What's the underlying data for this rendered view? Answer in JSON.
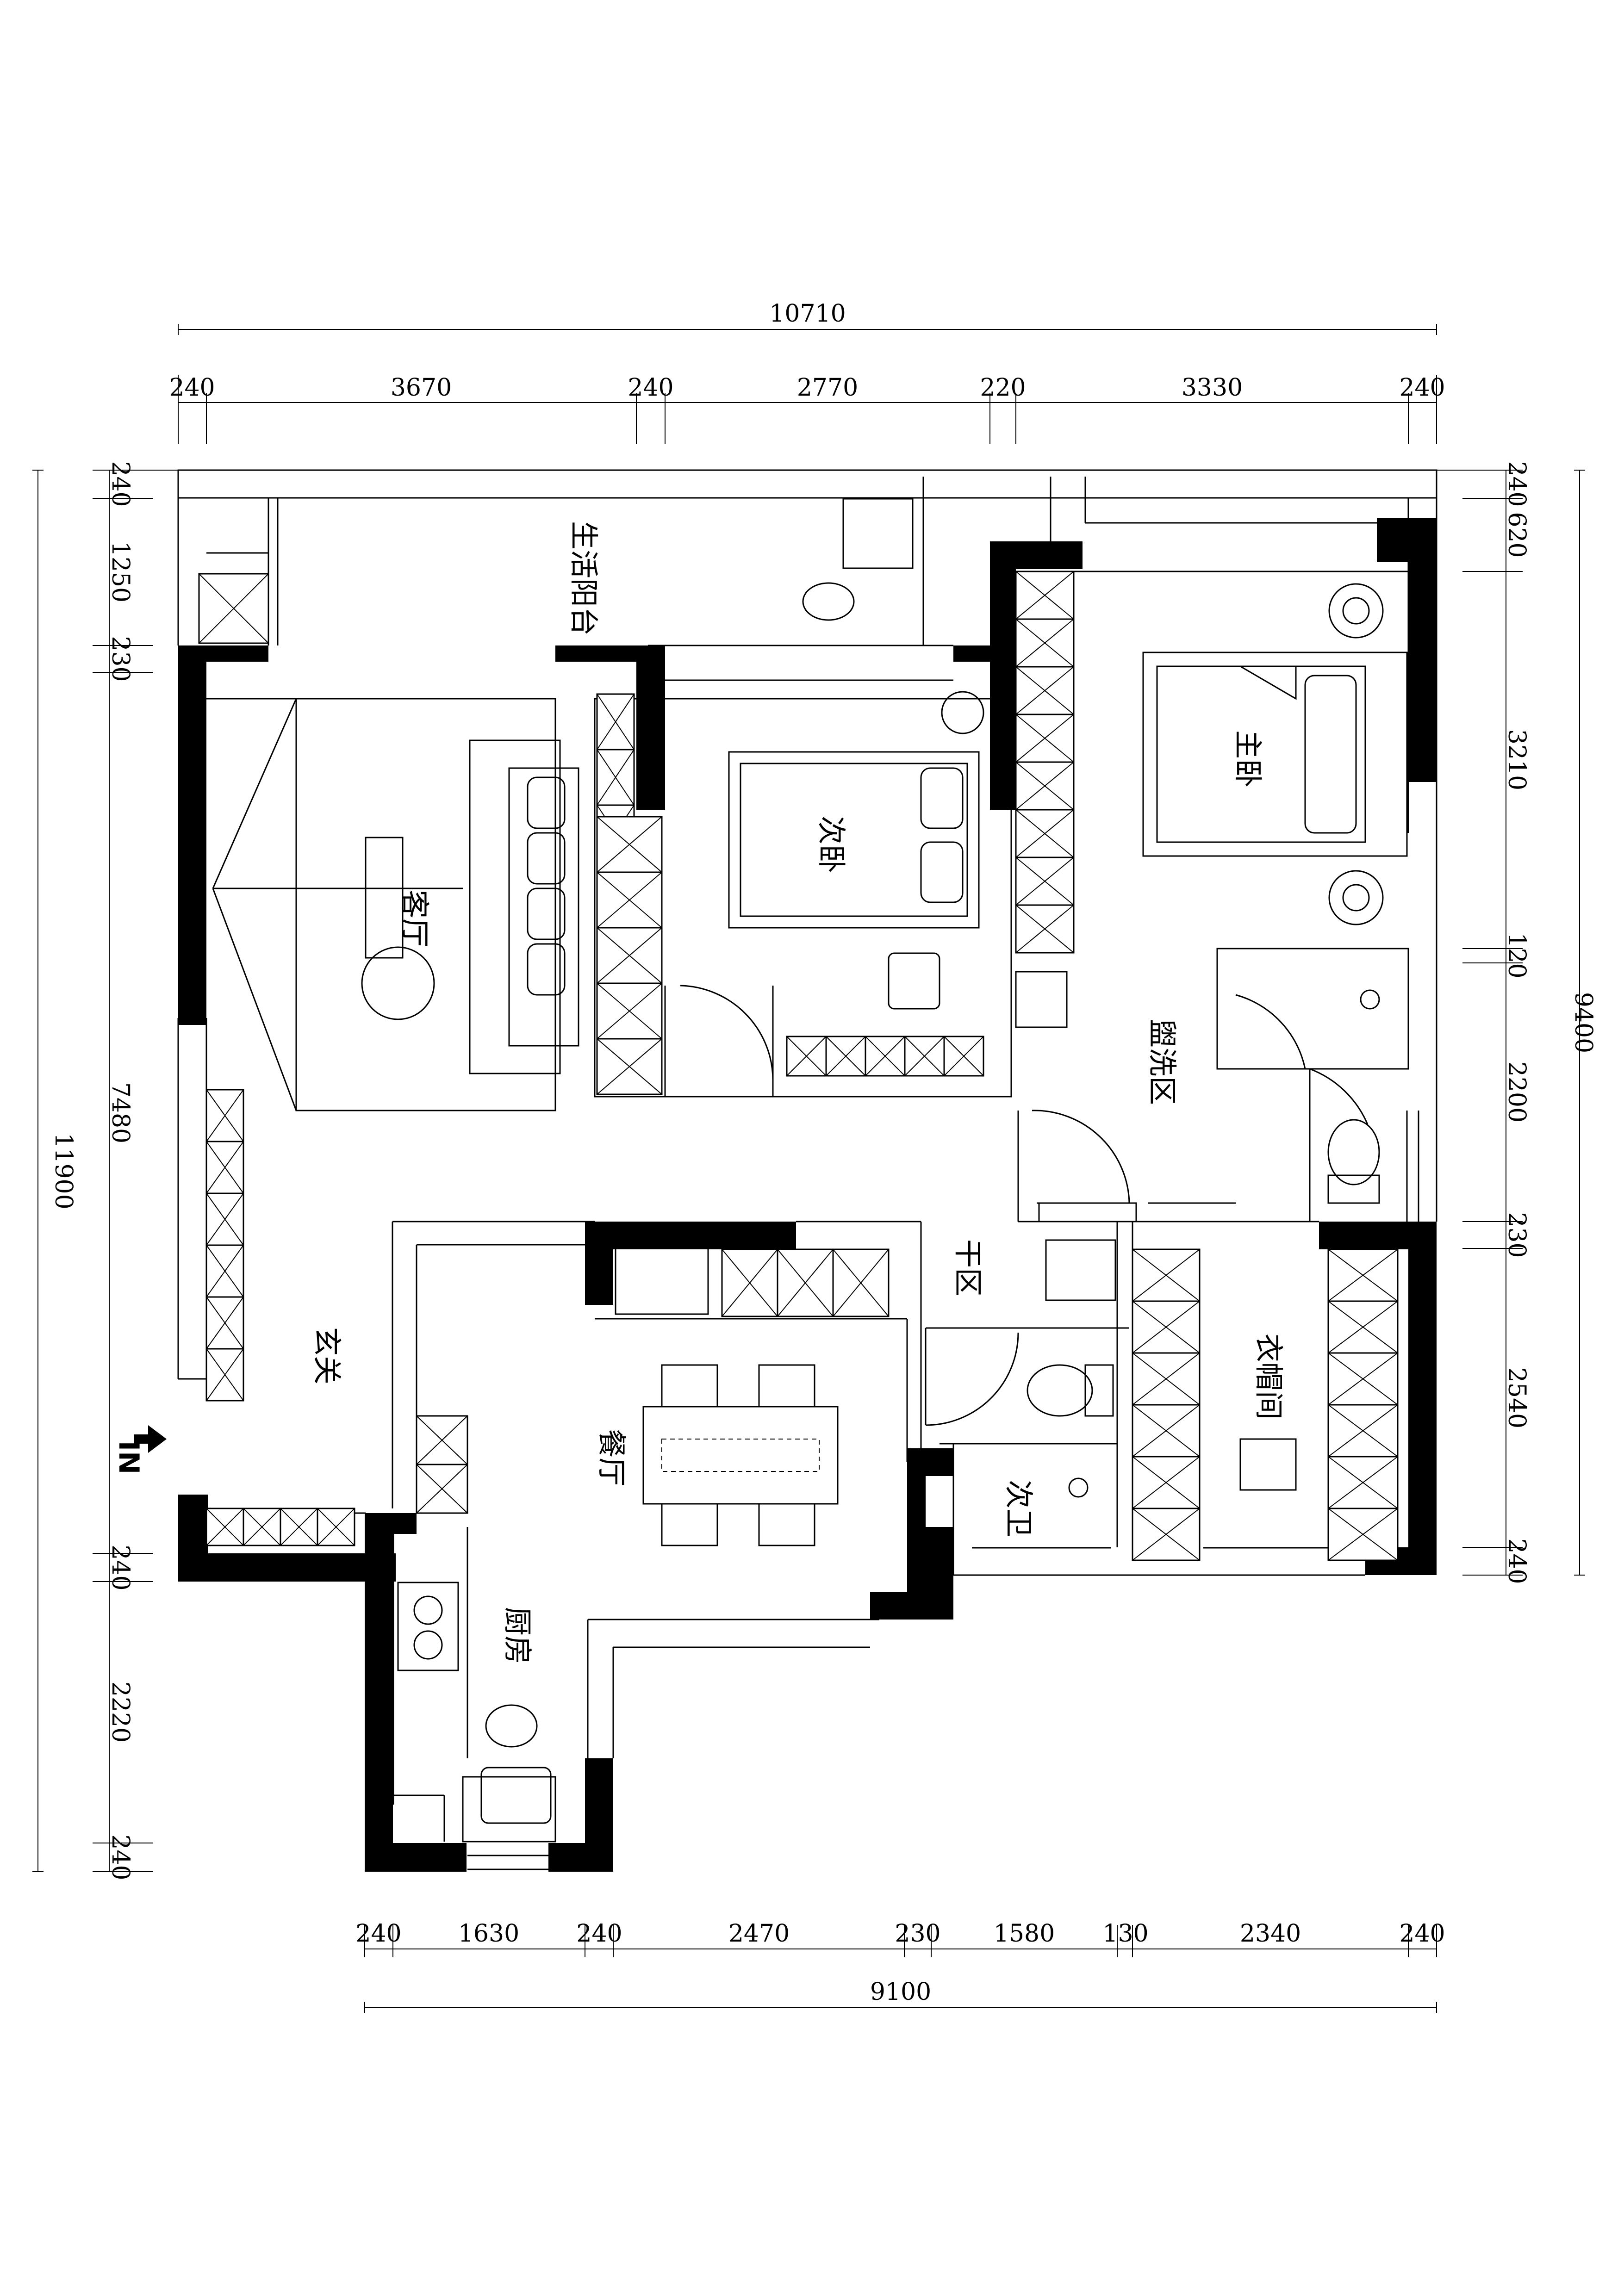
{
  "plan": {
    "entry_marker": "IN",
    "rooms": {
      "balcony": "生活阳台",
      "living_room": "客厅",
      "second_bedroom": "次卧",
      "master_bedroom": "主卧",
      "washing_area": "盥洗区",
      "dry_area": "干区",
      "entrance": "玄关",
      "dining_room": "餐厅",
      "kitchen": "厨房",
      "guest_bathroom": "次卫",
      "cloakroom": "衣帽间"
    },
    "dimensions": {
      "top_total": "10710",
      "top": [
        "240",
        "3670",
        "240",
        "2770",
        "220",
        "3330",
        "240"
      ],
      "bottom_total": "9100",
      "bottom": [
        "240",
        "1630",
        "240",
        "2470",
        "230",
        "1580",
        "130",
        "2340",
        "240"
      ],
      "left_total": "11900",
      "left": [
        "240",
        "1250",
        "230",
        "7480",
        "240",
        "2220",
        "240"
      ],
      "right_total": "9400",
      "right": [
        "240",
        "620",
        "3210",
        "120",
        "2200",
        "230",
        "2540",
        "240"
      ]
    }
  }
}
